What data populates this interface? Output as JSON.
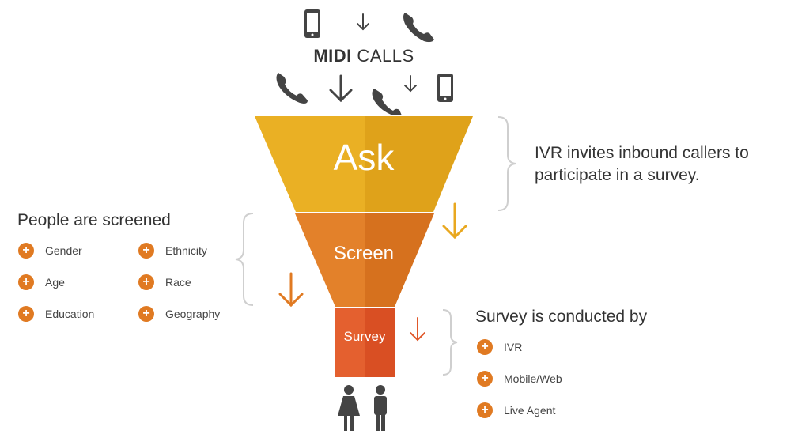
{
  "header": {
    "bold": "MIDI",
    "light": " CALLS"
  },
  "funnel": {
    "ask_label": "Ask",
    "screen_label": "Screen",
    "survey_label": "Survey",
    "colors": {
      "ask": "#e9a820",
      "screen": "#e07a22",
      "survey": "#e0582a",
      "arrow_ask": "#e9a820",
      "arrow_screen": "#e07a22",
      "arrow_survey": "#e0582a"
    }
  },
  "ivr_callout": {
    "line1": "IVR invites inbound callers to",
    "line2": "participate in a survey."
  },
  "screened": {
    "title": "People are screened",
    "col1": [
      "Gender",
      "Age",
      "Education"
    ],
    "col2": [
      "Ethnicity",
      "Race",
      "Geography"
    ]
  },
  "survey_by": {
    "title": "Survey is conducted by",
    "items": [
      "IVR",
      "Mobile/Web",
      "Live Agent"
    ]
  },
  "icons": [
    "phone-mobile-icon",
    "phone-handset-icon",
    "down-arrow-icon",
    "person-female-icon",
    "person-male-icon",
    "plus-circle-icon",
    "brace-icon"
  ]
}
